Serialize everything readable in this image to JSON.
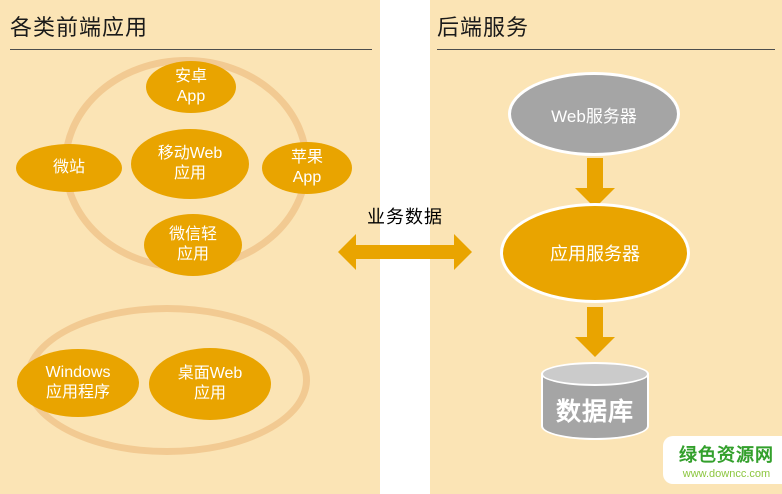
{
  "frontend": {
    "title": "各类前端应用",
    "nodes": [
      {
        "id": "android-app",
        "label": "安卓\nApp"
      },
      {
        "id": "micro-site",
        "label": "微站"
      },
      {
        "id": "mobile-web-app",
        "label": "移动Web\n应用"
      },
      {
        "id": "apple-app",
        "label": "苹果\nApp"
      },
      {
        "id": "wechat-light-app",
        "label": "微信轻\n应用"
      },
      {
        "id": "windows-app",
        "label": "Windows\n应用程序"
      },
      {
        "id": "desktop-web-app",
        "label": "桌面Web\n应用"
      }
    ]
  },
  "connector": {
    "label": "业务数据"
  },
  "backend": {
    "title": "后端服务",
    "nodes": [
      {
        "id": "web-server",
        "label": "Web服务器"
      },
      {
        "id": "app-server",
        "label": "应用服务器"
      },
      {
        "id": "database",
        "label": "数据库"
      }
    ]
  },
  "watermark": {
    "name": "绿色资源网",
    "url": "www.downcc.com"
  },
  "colors": {
    "panel_bg": "#FBE4B5",
    "node_orange": "#E9A400",
    "ring_stroke": "#F2CA92",
    "gray": "#A5A5A5",
    "wm_green": "#33A02C",
    "wm_url_green": "#8CC63F"
  }
}
